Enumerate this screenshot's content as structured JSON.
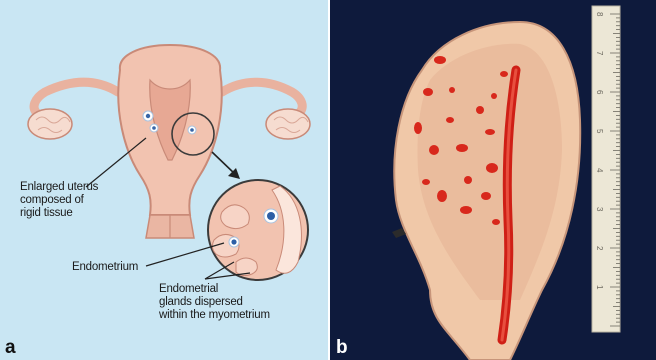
{
  "panel_a": {
    "letter": "a",
    "labels": {
      "enlarged_uterus": [
        "Enlarged uterus",
        "composed of",
        "rigid tissue"
      ],
      "endometrium": "Endometrium",
      "glands": [
        "Endometrial",
        "glands dispersed",
        "within the myometrium"
      ]
    },
    "colors": {
      "background": "#c9e6f3",
      "tissue": "#f2c3b0",
      "outline": "#c98a78"
    }
  },
  "panel_b": {
    "letter": "b",
    "ruler_ticks": [
      "1",
      "2",
      "3",
      "4",
      "5",
      "6",
      "7",
      "8"
    ],
    "colors": {
      "background": "#0e1a3c",
      "specimen": "#f0c8a8",
      "hemorrhage": "#d8281c"
    }
  }
}
